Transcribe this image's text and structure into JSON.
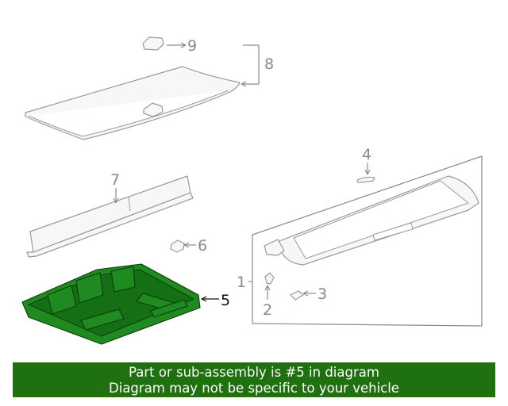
{
  "callouts": {
    "c1": "1",
    "c2": "2",
    "c3": "3",
    "c4": "4",
    "c5": "5",
    "c6": "6",
    "c7": "7",
    "c8": "8",
    "c9": "9"
  },
  "highlighted_part": "5",
  "colors": {
    "highlight": "#1f8a1f",
    "banner_bg": "#1f700f",
    "banner_text": "#ffffff"
  },
  "banner": {
    "line1": "Part or sub-assembly is #5 in diagram",
    "line2": "Diagram may not be specific to your vehicle"
  }
}
